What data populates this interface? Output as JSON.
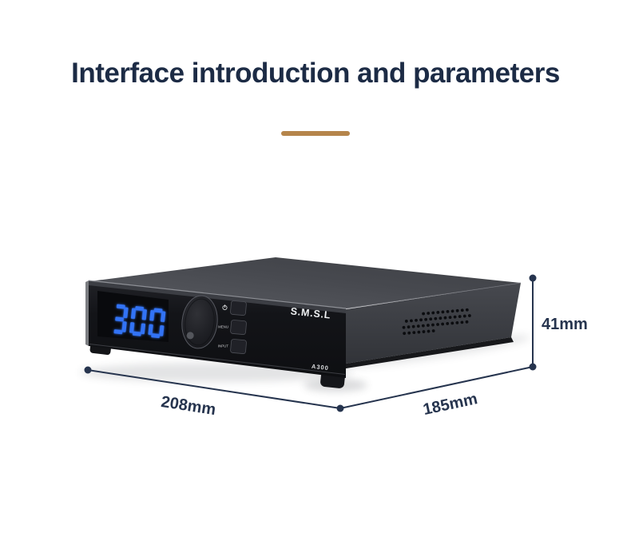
{
  "header": {
    "title": "Interface introduction and parameters",
    "title_color": "#1c2b45",
    "divider_color": "#b5854b"
  },
  "device": {
    "brand": "S.M.S.L",
    "model": "A300",
    "display_value": "300",
    "display_color": "#3273f5",
    "buttons": [
      {
        "name": "power",
        "icon": "power-icon",
        "label": ""
      },
      {
        "name": "menu",
        "label": "MENU"
      },
      {
        "name": "input",
        "label": "INPUT"
      }
    ]
  },
  "dimensions": {
    "width_label": "208mm",
    "depth_label": "185mm",
    "height_label": "41mm",
    "line_color": "#26344e"
  }
}
